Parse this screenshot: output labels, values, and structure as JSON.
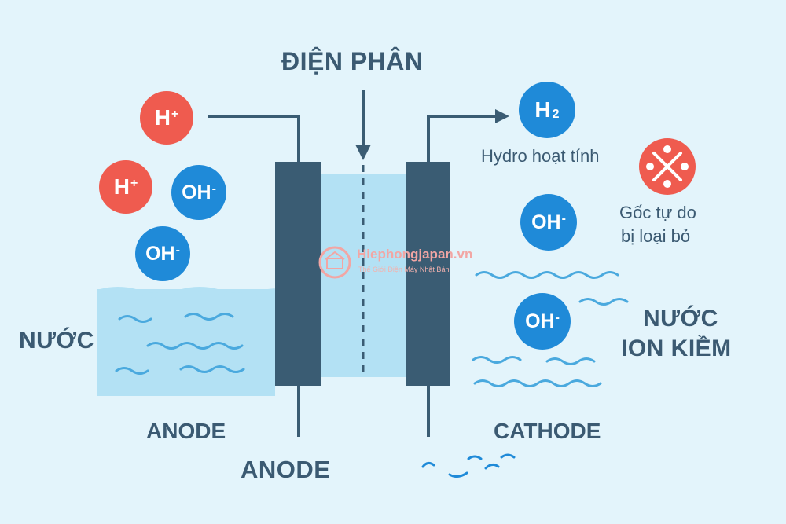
{
  "title": "ĐIỆN PHÂN",
  "labels": {
    "water": "NƯỚC",
    "anode_side": "ANODE",
    "anode_bottom": "ANODE",
    "cathode": "CATHODE",
    "hydrogen": "Hydro hoạt tính",
    "radicals_line1": "Gốc tự do",
    "radicals_line2": "bị loại bỏ",
    "alkaline_line1": "NƯỚC",
    "alkaline_line2": "ION KIỀM"
  },
  "ions": {
    "h_plus_1": {
      "symbol": "H",
      "charge": "+"
    },
    "h_plus_2": {
      "symbol": "H",
      "charge": "+"
    },
    "oh_1": {
      "symbol": "OH",
      "charge": "-"
    },
    "oh_2": {
      "symbol": "OH",
      "charge": "-"
    },
    "oh_3": {
      "symbol": "OH",
      "charge": "-"
    },
    "oh_4": {
      "symbol": "OH",
      "charge": "-"
    },
    "h2": {
      "symbol": "H",
      "subscript": "2"
    }
  },
  "watermark": {
    "title": "Hiephongjapan.vn",
    "subtitle": "Thế Giới Điện Máy Nhật Bản"
  },
  "colors": {
    "background": "#e3f4fb",
    "text": "#3b5a72",
    "electrode": "#3a5c73",
    "h_plus": "#ef5b4f",
    "oh_minus": "#1f8ad8",
    "water": "#b3e1f4",
    "wave": "#4aa9de"
  },
  "icons": {
    "radical_icon": "x-molecule-icon"
  }
}
